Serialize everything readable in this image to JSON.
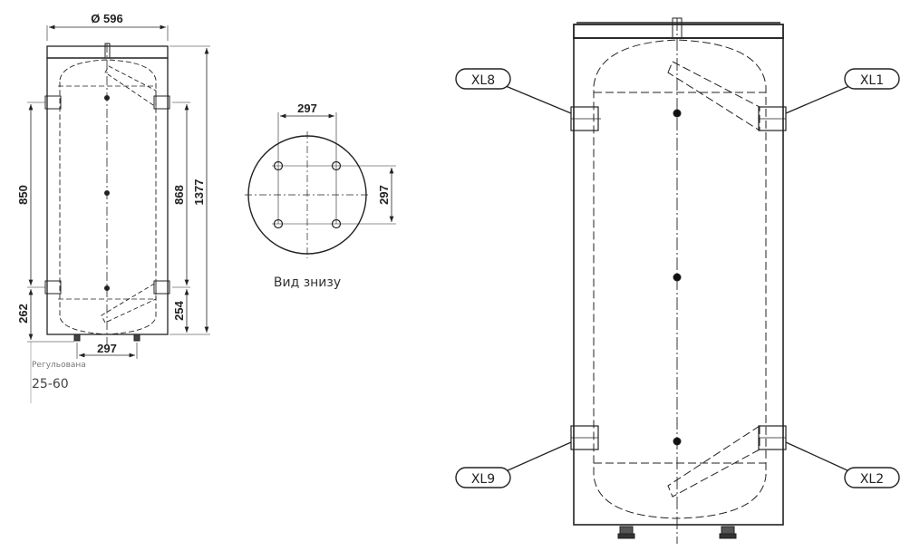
{
  "front_view": {
    "diameter_label": "Ø 596",
    "dims": {
      "left_span": "850",
      "left_bottom": "262",
      "right_span": "868",
      "right_bottom": "254",
      "total_height": "1377",
      "feet_spacing": "297"
    },
    "note_label": "Регульована",
    "note_value": "25-60"
  },
  "bottom_view": {
    "dim_horizontal": "297",
    "dim_vertical": "297",
    "caption": "Вид знизу"
  },
  "connections_view": {
    "callouts": [
      "XL8",
      "XL1",
      "XL9",
      "XL2"
    ]
  }
}
